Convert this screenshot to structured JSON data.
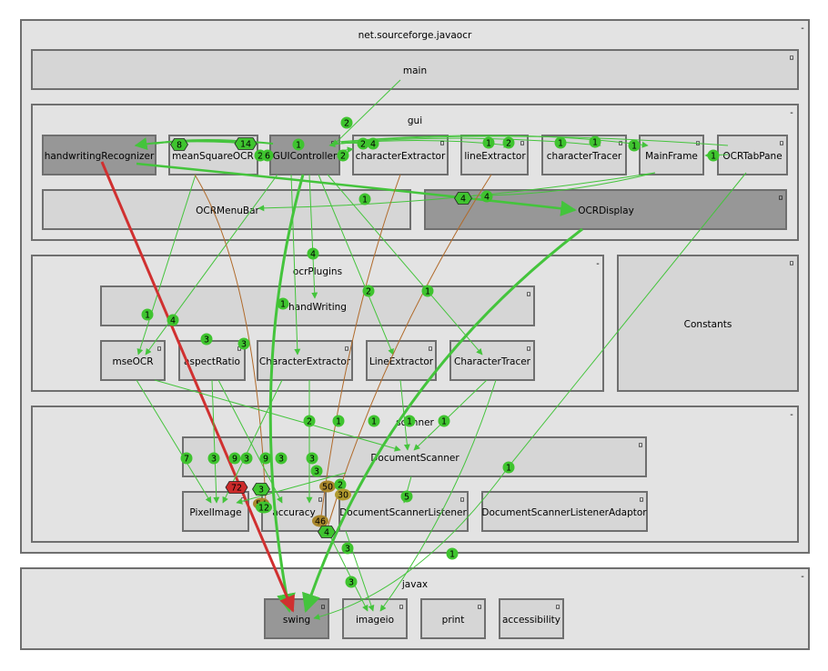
{
  "diagram": {
    "controls": {
      "collapse": "-",
      "expand": "▫"
    },
    "packages": {
      "root": "net.sourceforge.javaocr",
      "main": "main",
      "gui": "gui",
      "ocrPlugins": "ocrPlugins",
      "constants": "Constants",
      "scanner": "scanner",
      "javax": "javax"
    },
    "classes": {
      "handwritingRecognizer": "handwritingRecognizer",
      "meanSquareOCR": "meanSquareOCR",
      "GUIController": "GUIController",
      "characterExtractor": "characterExtractor",
      "lineExtractor": "lineExtractor",
      "characterTracer": "characterTracer",
      "MainFrame": "MainFrame",
      "OCRTabPane": "OCRTabPane",
      "OCRMenuBar": "OCRMenuBar",
      "OCRDisplay": "OCRDisplay",
      "handWriting": "handWriting",
      "mseOCR": "mseOCR",
      "aspectRatio": "aspectRatio",
      "CharacterExtractor": "CharacterExtractor",
      "LineExtractor": "LineExtractor",
      "CharacterTracer": "CharacterTracer",
      "DocumentScanner": "DocumentScanner",
      "PixelImage": "PixelImage",
      "accuracy": "accuracy",
      "DocumentScannerListener": "DocumentScannerListener",
      "DocumentScannerListenerAdaptor": "DocumentScannerListenerAdaptor",
      "swing": "swing",
      "imageio": "imageio",
      "print": "print",
      "accessibility": "accessibility"
    },
    "colors": {
      "green_edge": "#44c43c",
      "green_badge": "#3fc42f",
      "red_edge": "#d03030",
      "red_badge": "#cc2a2a",
      "brown_edge": "#b06a2a",
      "brown_badge": "#a8862c",
      "olive_badge": "#b09a2e",
      "box_border": "#6f6f6f"
    },
    "badges": [
      {
        "id": "b1",
        "label": "2",
        "color": "green"
      },
      {
        "id": "b2",
        "label": "8",
        "color": "green",
        "style": "hex"
      },
      {
        "id": "b3",
        "label": "14",
        "color": "green",
        "style": "hex"
      },
      {
        "id": "b4",
        "label": "2",
        "color": "green"
      },
      {
        "id": "b5",
        "label": "6",
        "color": "green"
      },
      {
        "id": "b6",
        "label": "1",
        "color": "green"
      },
      {
        "id": "b7",
        "label": "2",
        "color": "green"
      },
      {
        "id": "b8",
        "label": "2",
        "color": "green"
      },
      {
        "id": "b9",
        "label": "4",
        "color": "green"
      },
      {
        "id": "b10",
        "label": "1",
        "color": "green"
      },
      {
        "id": "b11",
        "label": "2",
        "color": "green"
      },
      {
        "id": "b12",
        "label": "1",
        "color": "green"
      },
      {
        "id": "b13",
        "label": "1",
        "color": "green"
      },
      {
        "id": "b14",
        "label": "1",
        "color": "green"
      },
      {
        "id": "b15",
        "label": "1",
        "color": "green"
      },
      {
        "id": "b16",
        "label": "1",
        "color": "green"
      },
      {
        "id": "b17",
        "label": "4",
        "color": "green",
        "style": "hex"
      },
      {
        "id": "b18",
        "label": "4",
        "color": "green"
      },
      {
        "id": "b19",
        "label": "4",
        "color": "green"
      },
      {
        "id": "b20",
        "label": "1",
        "color": "green"
      },
      {
        "id": "b21",
        "label": "2",
        "color": "green"
      },
      {
        "id": "b22",
        "label": "1",
        "color": "green"
      },
      {
        "id": "b23",
        "label": "1",
        "color": "green"
      },
      {
        "id": "b24",
        "label": "4",
        "color": "green"
      },
      {
        "id": "b25",
        "label": "3",
        "color": "green"
      },
      {
        "id": "b26",
        "label": "3",
        "color": "green"
      },
      {
        "id": "b27",
        "label": "2",
        "color": "green"
      },
      {
        "id": "b28",
        "label": "1",
        "color": "green"
      },
      {
        "id": "b29",
        "label": "1",
        "color": "green"
      },
      {
        "id": "b30",
        "label": "1",
        "color": "green"
      },
      {
        "id": "b31",
        "label": "1",
        "color": "green"
      },
      {
        "id": "b32",
        "label": "7",
        "color": "green"
      },
      {
        "id": "b33",
        "label": "3",
        "color": "green"
      },
      {
        "id": "b34",
        "label": "9",
        "color": "green"
      },
      {
        "id": "b35",
        "label": "3",
        "color": "green"
      },
      {
        "id": "b36",
        "label": "9",
        "color": "green"
      },
      {
        "id": "b37",
        "label": "3",
        "color": "green"
      },
      {
        "id": "b38",
        "label": "3",
        "color": "green"
      },
      {
        "id": "b39",
        "label": "3",
        "color": "green"
      },
      {
        "id": "b40",
        "label": "72",
        "color": "red",
        "style": "hex"
      },
      {
        "id": "b41",
        "label": "3",
        "color": "green",
        "style": "hex"
      },
      {
        "id": "b42",
        "label": "50",
        "color": "brown"
      },
      {
        "id": "b43",
        "label": "2",
        "color": "green"
      },
      {
        "id": "b44",
        "label": "30",
        "color": "olive"
      },
      {
        "id": "b45",
        "label": "5",
        "color": "green"
      },
      {
        "id": "b46",
        "label": "1",
        "color": "green"
      },
      {
        "id": "b47",
        "label": "54",
        "color": "brown"
      },
      {
        "id": "b48",
        "label": "12",
        "color": "green"
      },
      {
        "id": "b49",
        "label": "46",
        "color": "brown"
      },
      {
        "id": "b50",
        "label": "4",
        "color": "green",
        "style": "hex"
      },
      {
        "id": "b51",
        "label": "3",
        "color": "green"
      },
      {
        "id": "b52",
        "label": "1",
        "color": "green"
      },
      {
        "id": "b53",
        "label": "3",
        "color": "green"
      }
    ]
  }
}
